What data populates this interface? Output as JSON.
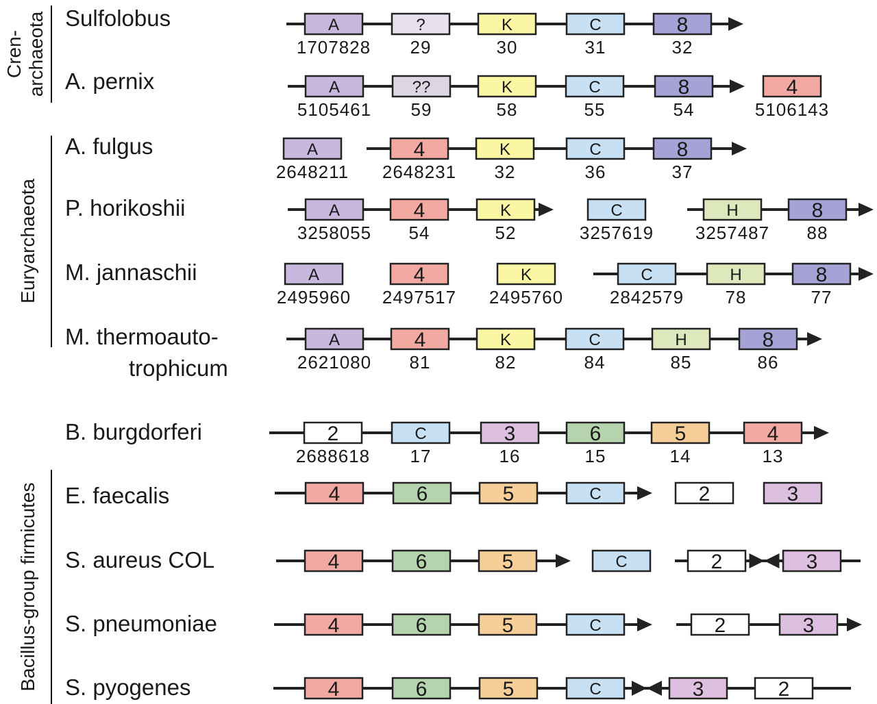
{
  "groups": [
    {
      "label_lines": [
        "Cren-",
        "archaeota"
      ]
    },
    {
      "label_lines": [
        "Euryarchaeota"
      ]
    },
    {
      "label_lines": [
        "Bacillus-group firmicutes"
      ]
    }
  ],
  "gene_colors": {
    "A": "#c9b8de",
    "?": "#e6e1ec",
    "??": "#dcd6e2",
    "K": "#fbf6a4",
    "C": "#c8e0f3",
    "8": "#a5a2d6",
    "4": "#f2a9a1",
    "H": "#dde8bd",
    "2": "#ffffff",
    "3": "#ddbfe0",
    "6": "#b5d3ad",
    "5": "#f6cf98"
  },
  "rows": [
    {
      "species_lines": [
        "Sulfolobus"
      ],
      "segments": [
        {
          "genes": [
            {
              "id": "A",
              "number": "1707828"
            },
            {
              "id": "?",
              "number": "29"
            },
            {
              "id": "K",
              "number": "30"
            },
            {
              "id": "C",
              "number": "31"
            },
            {
              "id": "8",
              "number": "32"
            }
          ],
          "left_stub": true,
          "right": "arrow"
        }
      ]
    },
    {
      "species_lines": [
        "A. pernix"
      ],
      "segments": [
        {
          "genes": [
            {
              "id": "A",
              "number": "5105461"
            },
            {
              "id": "??",
              "number": "59"
            },
            {
              "id": "K",
              "number": "58"
            },
            {
              "id": "C",
              "number": "55"
            },
            {
              "id": "8",
              "number": "54"
            }
          ],
          "left_stub": true,
          "right": "arrow"
        },
        {
          "genes": [
            {
              "id": "4",
              "number": "5106143"
            }
          ],
          "left_stub": false,
          "right": "none"
        }
      ]
    },
    {
      "species_lines": [
        "A. fulgus"
      ],
      "segments": [
        {
          "genes": [
            {
              "id": "A",
              "number": "2648211"
            }
          ],
          "left_stub": false,
          "right": "none"
        },
        {
          "genes": [
            {
              "id": "4",
              "number": "2648231"
            },
            {
              "id": "K",
              "number": "32"
            },
            {
              "id": "C",
              "number": "36"
            },
            {
              "id": "8",
              "number": "37"
            }
          ],
          "left_stub": true,
          "right": "arrow"
        }
      ]
    },
    {
      "species_lines": [
        "P. horikoshii"
      ],
      "segments": [
        {
          "genes": [
            {
              "id": "A",
              "number": "3258055"
            },
            {
              "id": "4",
              "number": "54"
            },
            {
              "id": "K",
              "number": "52"
            }
          ],
          "left_stub": true,
          "right": "arrow"
        },
        {
          "genes": [
            {
              "id": "C",
              "number": "3257619"
            }
          ],
          "left_stub": false,
          "right": "none"
        },
        {
          "genes": [
            {
              "id": "H",
              "number": "3257487"
            },
            {
              "id": "8",
              "number": "88"
            }
          ],
          "left_stub": true,
          "right": "arrow"
        }
      ]
    },
    {
      "species_lines": [
        "M. jannaschii"
      ],
      "segments": [
        {
          "genes": [
            {
              "id": "A",
              "number": "2495960"
            }
          ],
          "left_stub": false,
          "right": "none"
        },
        {
          "genes": [
            {
              "id": "4",
              "number": "2497517"
            }
          ],
          "left_stub": false,
          "right": "none"
        },
        {
          "genes": [
            {
              "id": "K",
              "number": "2495760"
            }
          ],
          "left_stub": false,
          "right": "none"
        },
        {
          "genes": [
            {
              "id": "C",
              "number": "2842579"
            },
            {
              "id": "H",
              "number": "78"
            },
            {
              "id": "8",
              "number": "77"
            }
          ],
          "left_stub": true,
          "right": "arrow"
        }
      ]
    },
    {
      "species_lines": [
        "M. thermoauto-",
        "trophicum"
      ],
      "segments": [
        {
          "genes": [
            {
              "id": "A",
              "number": "2621080"
            },
            {
              "id": "4",
              "number": "81"
            },
            {
              "id": "K",
              "number": "82"
            },
            {
              "id": "C",
              "number": "84"
            },
            {
              "id": "H",
              "number": "85"
            },
            {
              "id": "8",
              "number": "86"
            }
          ],
          "left_stub": true,
          "right": "arrow"
        }
      ]
    },
    {
      "species_lines": [
        "B. burgdorferi"
      ],
      "segments": [
        {
          "genes": [
            {
              "id": "2",
              "number": "2688618"
            },
            {
              "id": "C",
              "number": "17"
            },
            {
              "id": "3",
              "number": "16"
            },
            {
              "id": "6",
              "number": "15"
            },
            {
              "id": "5",
              "number": "14"
            },
            {
              "id": "4",
              "number": "13"
            }
          ],
          "left_stub": true,
          "right": "arrow"
        }
      ]
    },
    {
      "species_lines": [
        "E. faecalis"
      ],
      "segments": [
        {
          "genes": [
            {
              "id": "4",
              "number": ""
            },
            {
              "id": "6",
              "number": ""
            },
            {
              "id": "5",
              "number": ""
            },
            {
              "id": "C",
              "number": ""
            }
          ],
          "left_stub": true,
          "right": "arrow"
        },
        {
          "genes": [
            {
              "id": "2",
              "number": ""
            }
          ],
          "left_stub": false,
          "right": "none"
        },
        {
          "genes": [
            {
              "id": "3",
              "number": ""
            }
          ],
          "left_stub": false,
          "right": "none"
        }
      ]
    },
    {
      "species_lines": [
        "S. aureus COL"
      ],
      "segments": [
        {
          "genes": [
            {
              "id": "4",
              "number": ""
            },
            {
              "id": "6",
              "number": ""
            },
            {
              "id": "5",
              "number": ""
            }
          ],
          "left_stub": true,
          "right": "arrow"
        },
        {
          "genes": [
            {
              "id": "C",
              "number": ""
            }
          ],
          "left_stub": false,
          "right": "none"
        },
        {
          "genes": [
            {
              "id": "2",
              "number": ""
            },
            {
              "id": "3",
              "number": ""
            }
          ],
          "left_stub": true,
          "right": "line",
          "converge": true
        }
      ]
    },
    {
      "species_lines": [
        "S. pneumoniae"
      ],
      "segments": [
        {
          "genes": [
            {
              "id": "4",
              "number": ""
            },
            {
              "id": "6",
              "number": ""
            },
            {
              "id": "5",
              "number": ""
            },
            {
              "id": "C",
              "number": ""
            }
          ],
          "left_stub": true,
          "right": "arrow"
        },
        {
          "genes": [
            {
              "id": "2",
              "number": ""
            },
            {
              "id": "3",
              "number": ""
            }
          ],
          "left_stub": true,
          "right": "arrow"
        }
      ]
    },
    {
      "species_lines": [
        "S. pyogenes"
      ],
      "segments": [
        {
          "genes": [
            {
              "id": "4",
              "number": ""
            },
            {
              "id": "6",
              "number": ""
            },
            {
              "id": "5",
              "number": ""
            },
            {
              "id": "C",
              "number": ""
            },
            {
              "id": "3",
              "number": ""
            },
            {
              "id": "2",
              "number": ""
            }
          ],
          "left_stub": true,
          "right": "line",
          "converge_after": 3
        }
      ]
    }
  ]
}
